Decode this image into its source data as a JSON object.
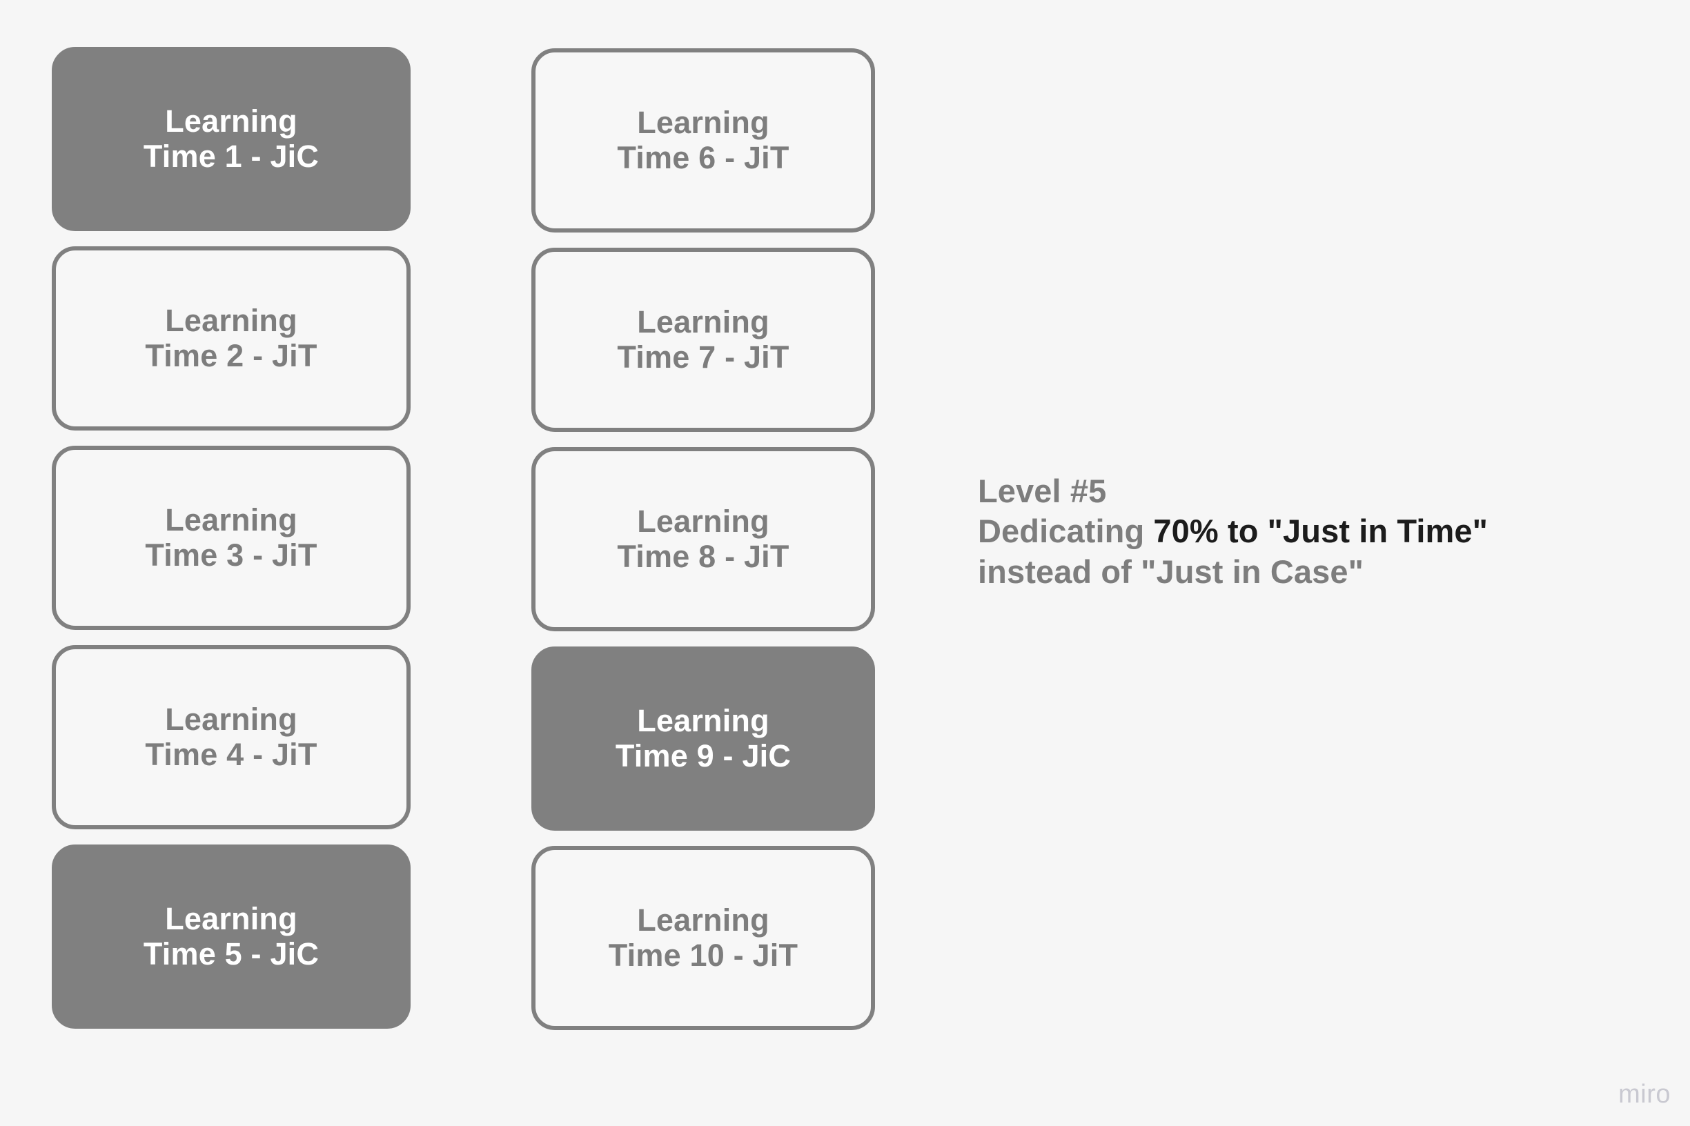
{
  "background_color": "#f6f6f6",
  "card_fill_color": "#808080",
  "card_border_color": "#808080",
  "card_outlined_bg": "#f7f7f7",
  "card_outlined_text_color": "#7d7d7d",
  "card_filled_text_color": "#ffffff",
  "annotation_text_color": "#7d7d7d",
  "annotation_highlight_color": "#1c1c1c",
  "columns": [
    {
      "name": "column-1",
      "cards": [
        {
          "line1": "Learning",
          "line2": "Time 1 - JiC",
          "style": "filled",
          "mode": "JiC"
        },
        {
          "line1": "Learning",
          "line2": "Time 2 - JiT",
          "style": "outlined",
          "mode": "JiT"
        },
        {
          "line1": "Learning",
          "line2": "Time 3 - JiT",
          "style": "outlined",
          "mode": "JiT"
        },
        {
          "line1": "Learning",
          "line2": "Time 4 - JiT",
          "style": "outlined",
          "mode": "JiT"
        },
        {
          "line1": "Learning",
          "line2": "Time 5 - JiC",
          "style": "filled",
          "mode": "JiC"
        }
      ]
    },
    {
      "name": "column-2",
      "cards": [
        {
          "line1": "Learning",
          "line2": "Time 6 - JiT",
          "style": "outlined",
          "mode": "JiT"
        },
        {
          "line1": "Learning",
          "line2": "Time 7 - JiT",
          "style": "outlined",
          "mode": "JiT"
        },
        {
          "line1": "Learning",
          "line2": "Time 8 - JiT",
          "style": "outlined",
          "mode": "JiT"
        },
        {
          "line1": "Learning",
          "line2": "Time 9 - JiC",
          "style": "filled",
          "mode": "JiC"
        },
        {
          "line1": "Learning",
          "line2": "Time 10 - JiT",
          "style": "outlined",
          "mode": "JiT"
        }
      ]
    }
  ],
  "annotation": {
    "line1": "Level #5",
    "line2_prefix": "Dedicating ",
    "line2_highlight": "70% to \"Just in Time\"",
    "line3": "instead of \"Just in Case\""
  },
  "watermark": {
    "label": "miro"
  }
}
